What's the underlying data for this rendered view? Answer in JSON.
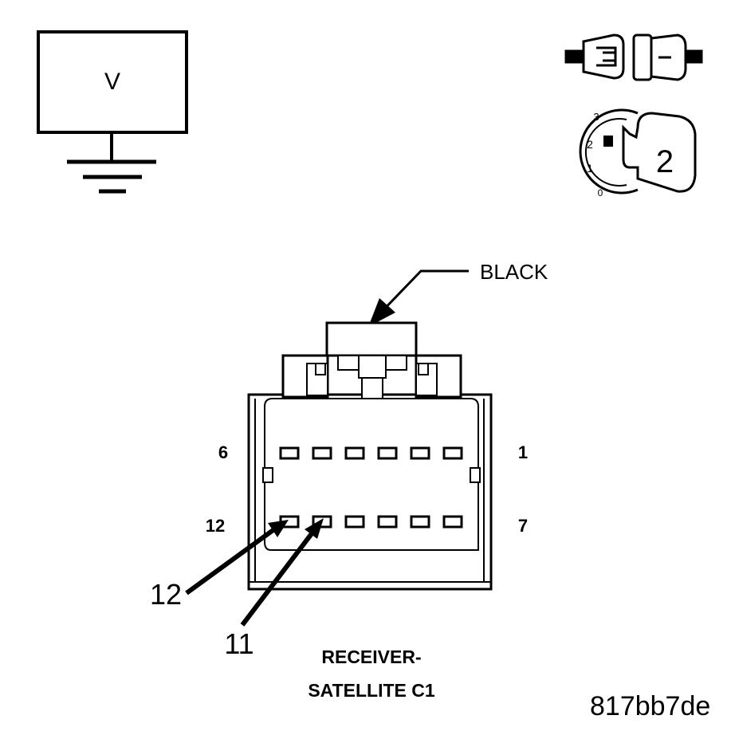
{
  "voltmeter": {
    "symbol": "V"
  },
  "key_switch": {
    "positions": [
      "3",
      "2",
      "1",
      "0"
    ],
    "selected": "2"
  },
  "connector": {
    "color_callout": "BLACK",
    "cavity_labels": {
      "top_left": "6",
      "top_right": "1",
      "bottom_left": "12",
      "bottom_right": "7"
    },
    "probe_labels": [
      "12",
      "11"
    ],
    "name_line1": "RECEIVER-",
    "name_line2": "SATELLITE C1"
  },
  "figure_id": "817bb7de"
}
